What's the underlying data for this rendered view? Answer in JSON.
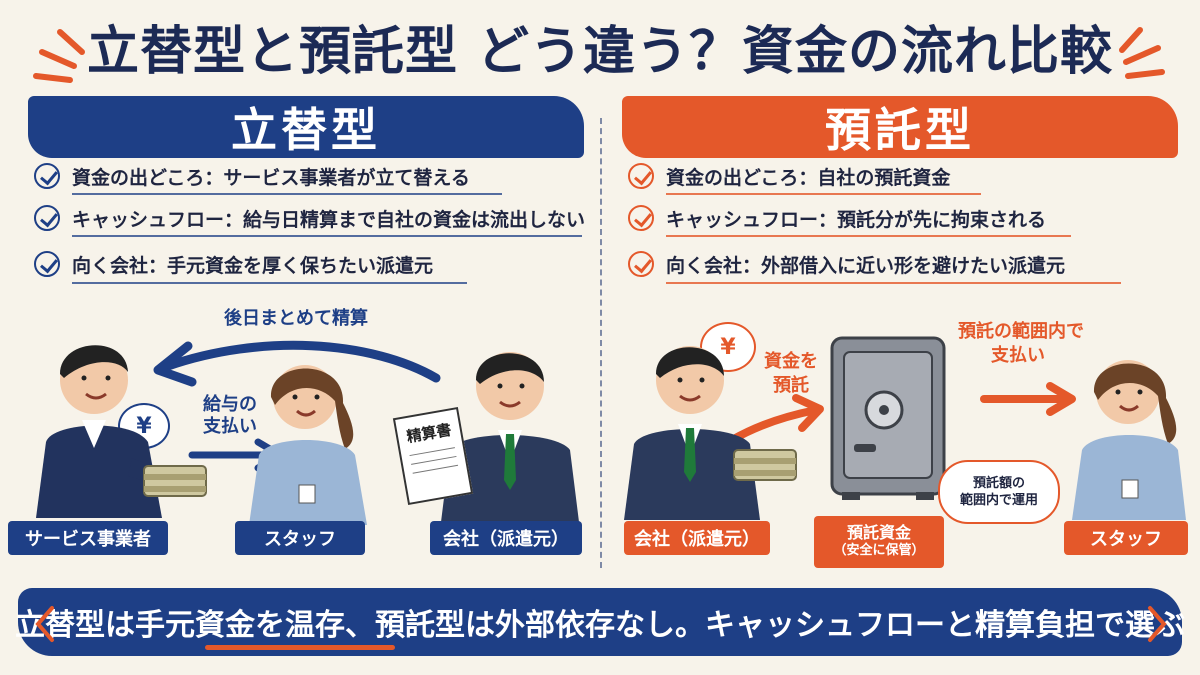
{
  "title": "立替型と預託型 どう違う？資金の流れ比較",
  "left": {
    "heading": "立替型",
    "items": [
      "資金の出どころ：サービス事業者が立て替える",
      "キャッシュフロー：給与日精算まで自社の資金は流出しない",
      "向く会社：手元資金を厚く保ちたい派遣元"
    ],
    "flow_settle": "後日まとめて精算",
    "flow_pay_line1": "給与の",
    "flow_pay_line2": "支払い",
    "bubble_symbol": "¥",
    "doc_label": "精算書",
    "labels": [
      "サービス事業者",
      "スタッフ",
      "会社（派遣元）"
    ]
  },
  "right": {
    "heading": "預託型",
    "items": [
      "資金の出どころ：自社の預託資金",
      "キャッシュフロー：預託分が先に拘束される",
      "向く会社：外部借入に近い形を避けたい派遣元"
    ],
    "flow_deposit_line1": "資金を",
    "flow_deposit_line2": "預託",
    "flow_pay_line1": "預託の範囲内で",
    "flow_pay_line2": "支払い",
    "bubble_symbol": "¥",
    "note_line1": "預託額の",
    "note_line2": "範囲内で運用",
    "labels": [
      "会社（派遣元）",
      "預託資金",
      "スタッフ"
    ],
    "safe_sub": "（安全に保管）"
  },
  "banner": "立替型は手元資金を温存、預託型は外部依存なし。キャッシュフローと精算負担で選ぶ",
  "colors": {
    "blue": "#1e3f86",
    "orange": "#e4582a",
    "background": "#f7f3ea"
  }
}
